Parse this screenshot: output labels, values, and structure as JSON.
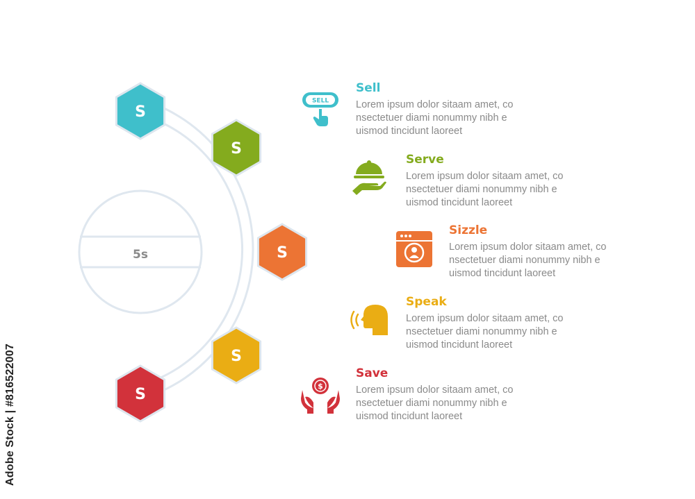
{
  "center": {
    "label": "5s"
  },
  "hexagons": [
    {
      "letter": "S",
      "color": "#3fbfcb"
    },
    {
      "letter": "S",
      "color": "#84ab1e"
    },
    {
      "letter": "S",
      "color": "#ec7434"
    },
    {
      "letter": "S",
      "color": "#eaad14"
    },
    {
      "letter": "S",
      "color": "#d2323b"
    }
  ],
  "items": [
    {
      "title": "Sell",
      "color": "#3fbfcb",
      "icon": "sell-button-hand-icon",
      "icon_text": "SELL",
      "line1": "Lorem ipsum dolor sitaam amet, co",
      "line2": "nsectetuer diami nonummy  nibh e",
      "line3": "uismod tincidunt laoreet"
    },
    {
      "title": "Serve",
      "color": "#84ab1e",
      "icon": "serving-tray-icon",
      "line1": "Lorem ipsum dolor sitaam amet, co",
      "line2": "nsectetuer diami nonummy  nibh e",
      "line3": "uismod tincidunt laoreet"
    },
    {
      "title": "Sizzle",
      "color": "#ec7434",
      "icon": "browser-user-icon",
      "line1": "Lorem ipsum dolor sitaam amet, co",
      "line2": "nsectetuer diami nonummy  nibh e",
      "line3": "uismod tincidunt laoreet"
    },
    {
      "title": "Speak",
      "color": "#eaad14",
      "icon": "speaking-head-icon",
      "line1": "Lorem ipsum dolor sitaam amet, co",
      "line2": "nsectetuer diami nonummy  nibh e",
      "line3": "uismod tincidunt laoreet"
    },
    {
      "title": "Save",
      "color": "#d2323b",
      "icon": "hands-coin-icon",
      "icon_text": "$",
      "line1": "Lorem ipsum dolor sitaam amet, co",
      "line2": "nsectetuer diami nonummy  nibh e",
      "line3": "uismod tincidunt laoreet"
    }
  ],
  "watermark": "Adobe Stock | #816522007"
}
